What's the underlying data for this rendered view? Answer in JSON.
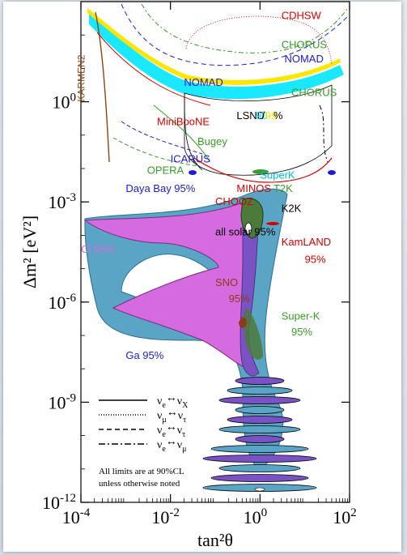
{
  "chart_data": {
    "type": "contour",
    "xlabel": "tan²θ",
    "ylabel": "Δm² [eV²]",
    "x_scale": "log",
    "y_scale": "log",
    "xlim": [
      0.0001,
      100
    ],
    "ylim": [
      1e-12,
      1000
    ],
    "x_ticks": [
      {
        "base": "10",
        "exp": "-4",
        "value": 0.0001
      },
      {
        "base": "10",
        "exp": "-2",
        "value": 0.01
      },
      {
        "base": "10",
        "exp": "0",
        "value": 1
      },
      {
        "base": "10",
        "exp": "2",
        "value": 100
      }
    ],
    "y_ticks": [
      {
        "base": "10",
        "exp": "0",
        "value": 1
      },
      {
        "base": "10",
        "exp": "-3",
        "value": 0.001
      },
      {
        "base": "10",
        "exp": "-6",
        "value": 1e-06
      },
      {
        "base": "10",
        "exp": "-9",
        "value": 1e-09
      },
      {
        "base": "10",
        "exp": "-12",
        "value": 1e-12
      }
    ],
    "colors": {
      "ga": "#5aa5c6",
      "cl": "#d66be0",
      "solar": "#4c7a3a",
      "solar_band": "#7a52c4",
      "lsnd": "#00e5ff",
      "lsnd_yellow": "#ffe600",
      "superk": "#00bcd4",
      "kamland": "#d40000",
      "sno": "#8b3a1a",
      "daya_bay": "#1c1cd4",
      "karmen": "#8b4513",
      "nomad": "#1c1cc8",
      "chorus": "#3a9a2a",
      "cdhsw": "#d40000",
      "bugey": "#3a9a2a",
      "icarus": "#1c1cc8",
      "opera": "#3a9a2a",
      "chooz": "#d40000",
      "minos": "#d40000",
      "t2k": "#3a9a2a",
      "miniboone": "#d40000"
    },
    "annotations": [
      {
        "text": "CDHSW",
        "color": "#d40000",
        "x": 3,
        "y": 300
      },
      {
        "text": "CHORUS",
        "color": "#3a9a2a",
        "x": 3,
        "y": 40
      },
      {
        "text": "NOMAD",
        "color": "#1c1cc8",
        "x": 3.5,
        "y": 15
      },
      {
        "text": "NOMAD",
        "color": "#1c1cc8",
        "x": 0.02,
        "y": 3
      },
      {
        "text": "CHORUS",
        "color": "#3a9a2a",
        "x": 5,
        "y": 1.5
      },
      {
        "text": "KARMEN2",
        "color": "#8b4513",
        "x": 0.00012,
        "y": 1
      },
      {
        "text": "MiniBooNE",
        "color": "#d40000",
        "x": 0.005,
        "y": 0.2
      },
      {
        "text": "Bugey",
        "color": "#3a9a2a",
        "x": 0.04,
        "y": 0.05
      },
      {
        "text": "ICARUS",
        "color": "#1c1cc8",
        "x": 0.01,
        "y": 0.015
      },
      {
        "text": "OPERA",
        "color": "#3a9a2a",
        "x": 0.003,
        "y": 0.007
      },
      {
        "text": "Daya Bay 95%",
        "color": "#1c1cd4",
        "x": 0.001,
        "y": 0.002
      },
      {
        "text": "CHOOZ",
        "color": "#d40000",
        "x": 0.1,
        "y": 0.0008
      },
      {
        "text": "K2K",
        "color": "#000000",
        "x": 3,
        "y": 0.0005
      },
      {
        "text": "SuperK",
        "color": "#00bcd4",
        "x": 1,
        "y": 0.005
      },
      {
        "text": "MINOS",
        "color": "#d40000",
        "x": 0.3,
        "y": 0.002
      },
      {
        "text": "T2K",
        "color": "#3a9a2a",
        "x": 2,
        "y": 0.002
      },
      {
        "text": "LSND",
        "color": "#000000",
        "x": 0.3,
        "y": 0.3
      },
      {
        "text": "90",
        "color": "#00e5ff",
        "x": 0.8,
        "y": 0.3
      },
      {
        "text": "/",
        "color": "#000000",
        "x": 1.1,
        "y": 0.3
      },
      {
        "text": "99",
        "color": "#ffe600",
        "x": 1.3,
        "y": 0.3
      },
      {
        "text": "%",
        "color": "#000000",
        "x": 2,
        "y": 0.3
      },
      {
        "text": "Cl 95%",
        "color": "#d66be0",
        "x": 0.0001,
        "y": 3e-05
      },
      {
        "text": "all solar 95%",
        "color": "#000000",
        "x": 0.1,
        "y": 0.0001
      },
      {
        "text": "KamLAND",
        "color": "#d40000",
        "x": 3,
        "y": 5e-05
      },
      {
        "text": "95%",
        "color": "#d40000",
        "x": 10,
        "y": 1.5e-05
      },
      {
        "text": "SNO",
        "color": "#8b3a1a",
        "x": 0.1,
        "y": 3e-06
      },
      {
        "text": "95%",
        "color": "#8b3a1a",
        "x": 0.2,
        "y": 1e-06
      },
      {
        "text": "Super-K",
        "color": "#3a9a2a",
        "x": 3,
        "y": 3e-07
      },
      {
        "text": "95%",
        "color": "#3a9a2a",
        "x": 5,
        "y": 1e-07
      },
      {
        "text": "Ga 95%",
        "color": "#1c1cd4",
        "x": 0.001,
        "y": 2e-08
      }
    ],
    "legend": {
      "position": "bottom-left",
      "entries": [
        {
          "label_main": "ν",
          "sub1": "e",
          "arrow": "↔",
          "label2": "ν",
          "sub2": "X",
          "style": "solid"
        },
        {
          "label_main": "ν",
          "sub1": "μ",
          "arrow": "↔",
          "label2": "ν",
          "sub2": "τ",
          "style": "dotted"
        },
        {
          "label_main": "ν",
          "sub1": "e",
          "arrow": "↔",
          "label2": "ν",
          "sub2": "τ",
          "style": "dashed"
        },
        {
          "label_main": "ν",
          "sub1": "e",
          "arrow": "↔",
          "label2": "ν",
          "sub2": "μ",
          "style": "dashdot"
        }
      ],
      "note_line1": "All limits are at 90%CL",
      "note_line2": "unless otherwise noted"
    }
  }
}
